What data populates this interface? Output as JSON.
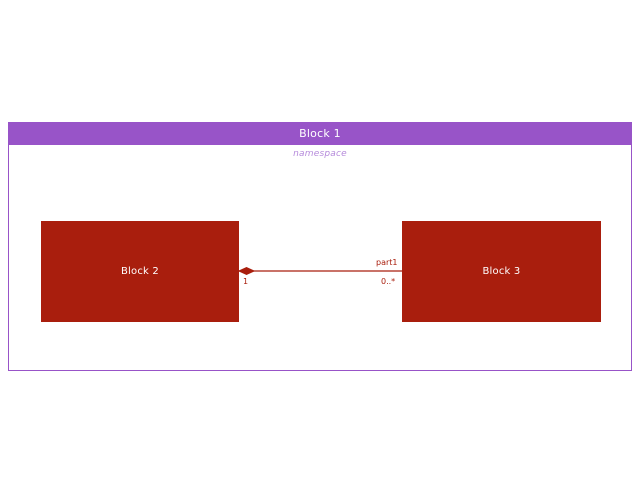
{
  "diagram": {
    "type": "sysml-block-definition-diagram",
    "background_color": "#ffffff",
    "container": {
      "title": "Block 1",
      "stereotype": "namespace",
      "header_color": "#9854c8",
      "border_color": "#9854c8",
      "title_color": "#ffffff",
      "stereotype_color": "#b58adb"
    },
    "blocks": [
      {
        "name": "block-2",
        "label": "Block 2",
        "fill_color": "#a91e0d",
        "label_color": "#ffffff"
      },
      {
        "name": "block-3",
        "label": "Block 3",
        "fill_color": "#a91e0d",
        "label_color": "#ffffff"
      }
    ],
    "connector": {
      "kind": "composition",
      "line_color": "#a91e0d",
      "source": "Block 2",
      "target": "Block 3",
      "role_label": "part1",
      "source_multiplicity": "1",
      "target_multiplicity": "0..*"
    }
  }
}
